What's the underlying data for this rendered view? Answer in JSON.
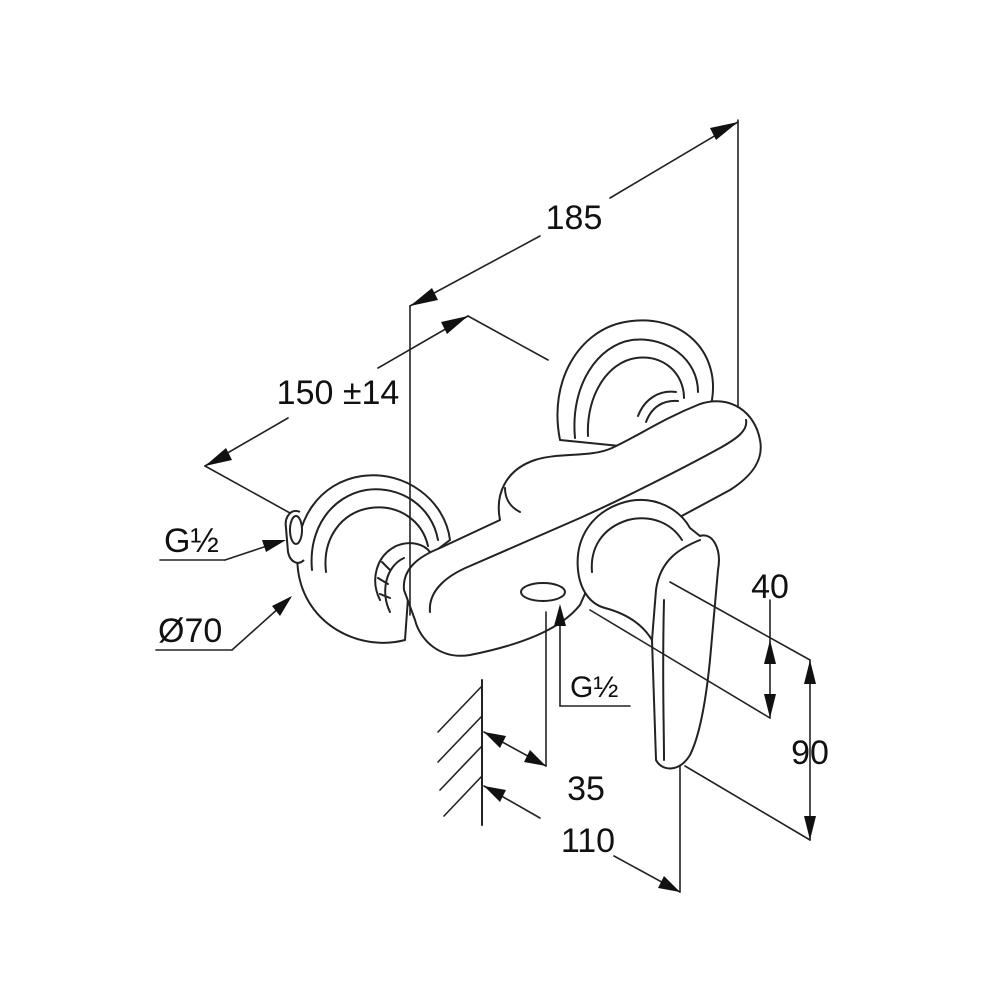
{
  "dimensions": {
    "overall_length": "185",
    "center_distance": "150 ±14",
    "inlet_thread": "G½",
    "rosette_diameter": "Ø70",
    "outlet_thread": "G½",
    "lever_height_small": "40",
    "lever_height_total": "90",
    "outlet_offset": "35",
    "projection": "110"
  },
  "colors": {
    "line": "#222222",
    "background": "#ffffff"
  }
}
